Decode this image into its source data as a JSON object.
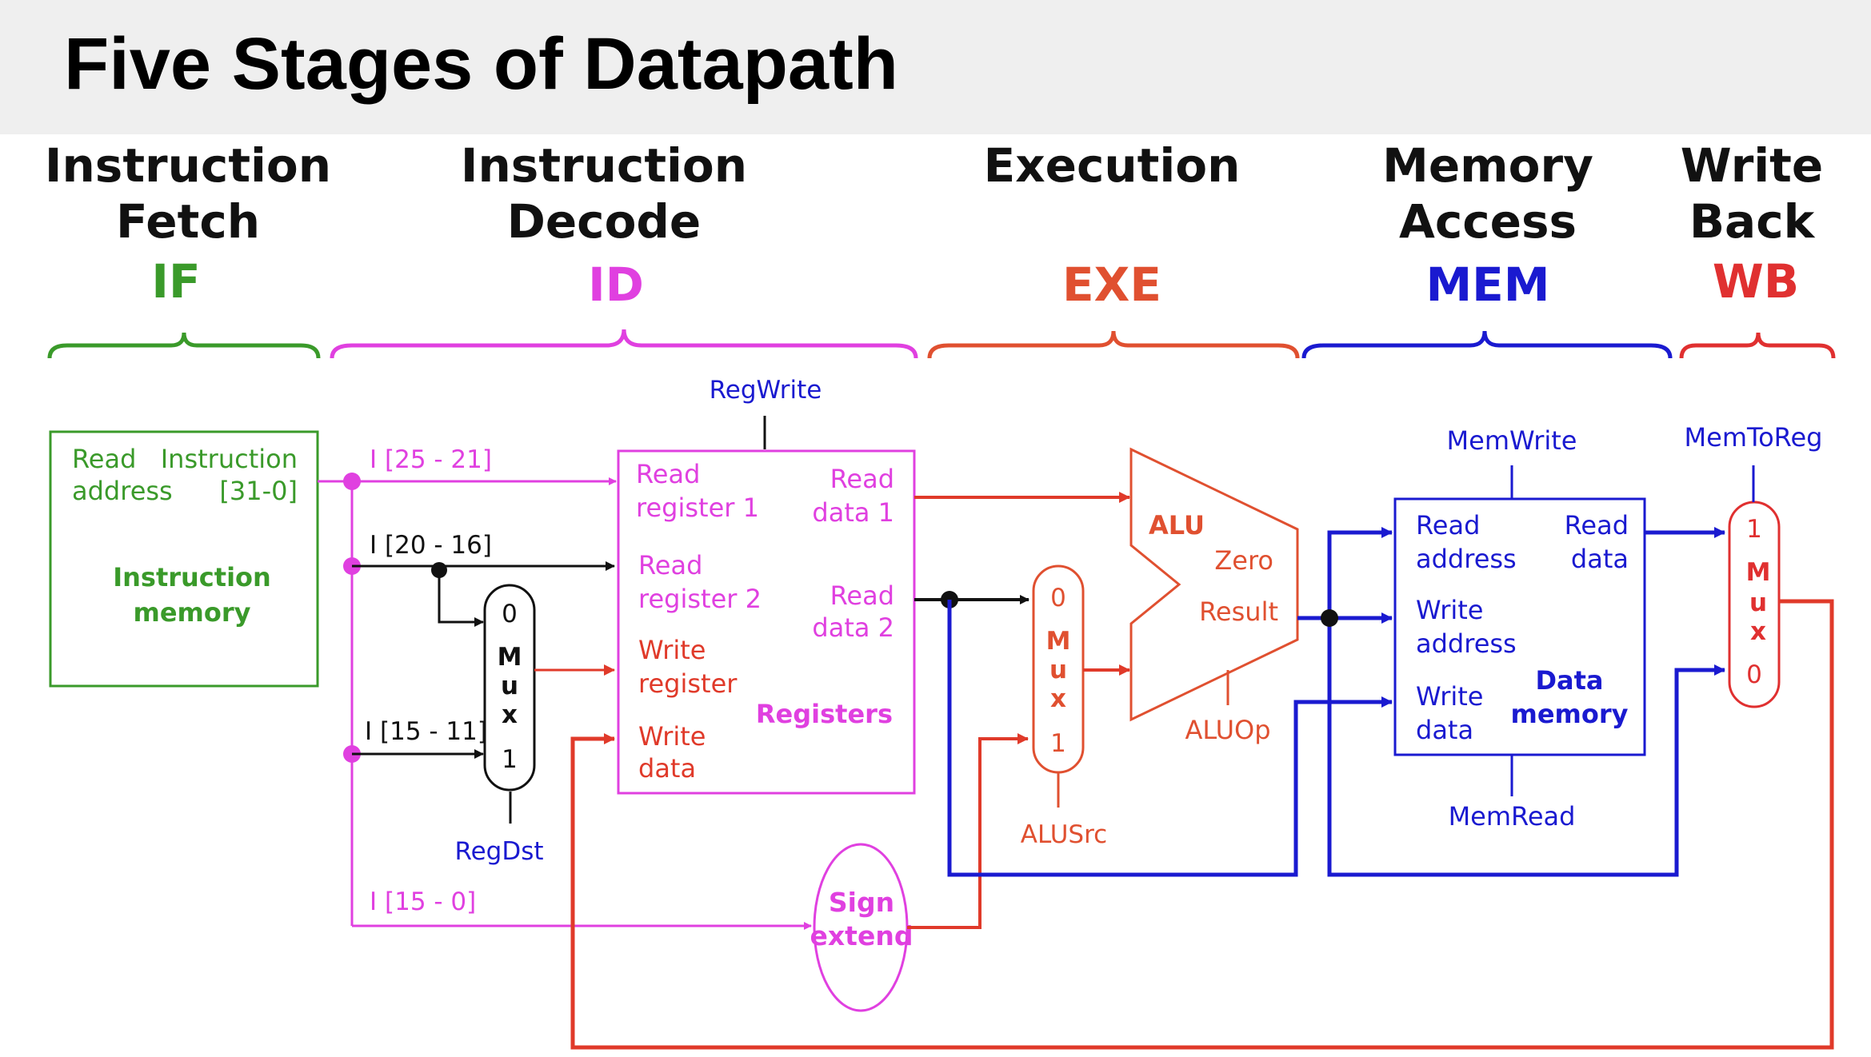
{
  "title": "Five Stages of Datapath",
  "colors": {
    "if": "#3a9a2a",
    "id": "#e040e0",
    "exe": "#e05030",
    "mem": "#1a1ad0",
    "wb": "#e03030",
    "black": "#111111",
    "red": "#e03a2a"
  },
  "stages": {
    "if": {
      "name_line1": "Instruction",
      "name_line2": "Fetch",
      "abbr": "IF"
    },
    "id": {
      "name_line1": "Instruction",
      "name_line2": "Decode",
      "abbr": "ID"
    },
    "exe": {
      "name_line1": "Execution",
      "name_line2": "",
      "abbr": "EXE"
    },
    "mem": {
      "name_line1": "Memory",
      "name_line2": "Access",
      "abbr": "MEM"
    },
    "wb": {
      "name_line1": "Write",
      "name_line2": "Back",
      "abbr": "WB"
    }
  },
  "instruction_memory": {
    "read": "Read",
    "address": "address",
    "instruction": "Instruction",
    "bits": "[31-0]",
    "name1": "Instruction",
    "name2": "memory"
  },
  "fields": {
    "rs": "I [25 - 21]",
    "rt": "I [20 - 16]",
    "rd": "I [15 - 11]",
    "imm": "I [15 - 0]"
  },
  "regdst_mux": {
    "in0": "0",
    "m": "M",
    "u": "u",
    "x": "x",
    "in1": "1",
    "control": "RegDst"
  },
  "registers": {
    "control": "RegWrite",
    "read_reg1_a": "Read",
    "read_reg1_b": "register 1",
    "read_reg2_a": "Read",
    "read_reg2_b": "register 2",
    "write_reg_a": "Write",
    "write_reg_b": "register",
    "write_data_a": "Write",
    "write_data_b": "data",
    "read_data1_a": "Read",
    "read_data1_b": "data 1",
    "read_data2_a": "Read",
    "read_data2_b": "data 2",
    "name": "Registers"
  },
  "sign_extend": {
    "line1": "Sign",
    "line2": "extend"
  },
  "alusrc_mux": {
    "in0": "0",
    "m": "M",
    "u": "u",
    "x": "x",
    "in1": "1",
    "control": "ALUSrc"
  },
  "alu": {
    "name": "ALU",
    "zero": "Zero",
    "result": "Result",
    "control": "ALUOp"
  },
  "data_memory": {
    "control_write": "MemWrite",
    "control_read": "MemRead",
    "read_address_a": "Read",
    "read_address_b": "address",
    "write_address_a": "Write",
    "write_address_b": "address",
    "write_data_a": "Write",
    "write_data_b": "data",
    "read_data_a": "Read",
    "read_data_b": "data",
    "name1": "Data",
    "name2": "memory"
  },
  "memtoreg_mux": {
    "in1": "1",
    "m": "M",
    "u": "u",
    "x": "x",
    "in0": "0",
    "control": "MemToReg"
  }
}
